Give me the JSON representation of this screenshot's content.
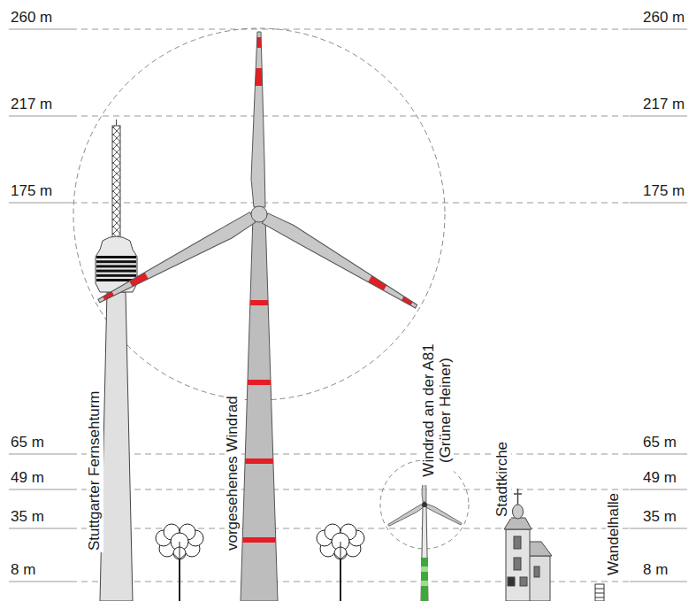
{
  "diagram": {
    "labels": [
      "260 m",
      "260 m",
      "217 m",
      "217 m",
      "175 m",
      "175 m",
      "Stuttgarter Fernsehturm",
      "vorgesehenes Windrad",
      "Windrad an der A81 (Grüner Heiner)",
      "Stadtkirche",
      "65 m",
      "65 m",
      "49 m",
      "49 m",
      "35 m",
      "35 m",
      "Wandelhalle",
      "8 m",
      "8 m"
    ]
  }
}
